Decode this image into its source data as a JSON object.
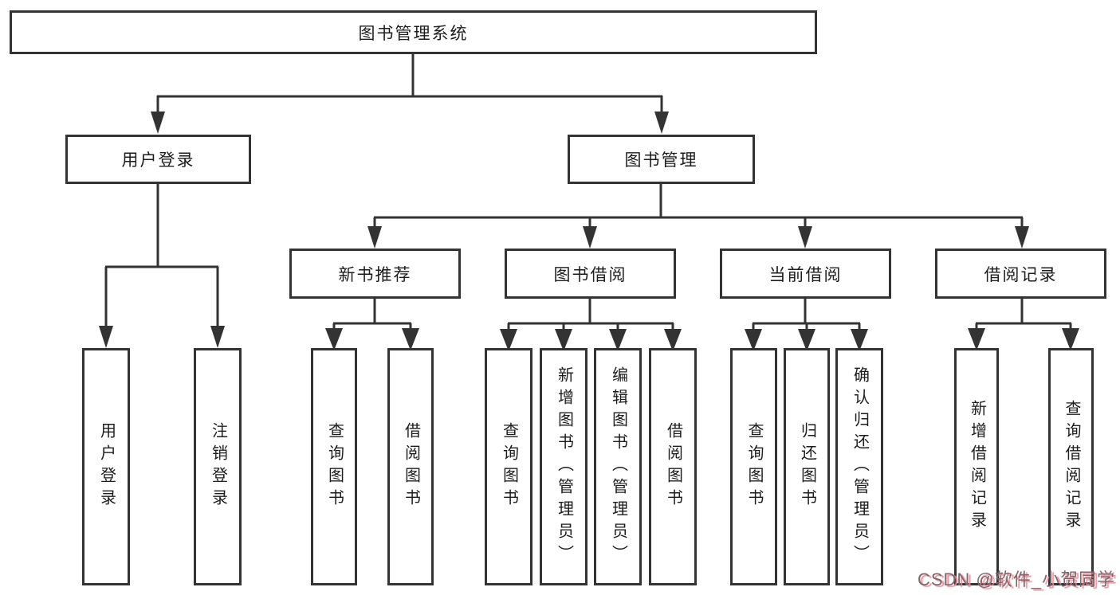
{
  "tree": {
    "root": {
      "label": "图书管理系统"
    },
    "branches": [
      {
        "label": "用户登录",
        "children": [
          {
            "label": "用户登录"
          },
          {
            "label": "注销登录"
          }
        ]
      },
      {
        "label": "图书管理",
        "children": [
          {
            "label": "新书推荐",
            "children": [
              {
                "label": "查询图书"
              },
              {
                "label": "借阅图书"
              }
            ]
          },
          {
            "label": "图书借阅",
            "children": [
              {
                "label": "查询图书"
              },
              {
                "label": "新增图书（管理员）"
              },
              {
                "label": "编辑图书（管理员）"
              },
              {
                "label": "借阅图书"
              }
            ]
          },
          {
            "label": "当前借阅",
            "children": [
              {
                "label": "查询图书"
              },
              {
                "label": "归还图书"
              },
              {
                "label": "确认归还（管理员）"
              }
            ]
          },
          {
            "label": "借阅记录",
            "children": [
              {
                "label": "新增借阅记录"
              },
              {
                "label": "查询借阅记录"
              }
            ]
          }
        ]
      }
    ]
  },
  "watermark": {
    "text": "CSDN @软件_小贺同学"
  },
  "colors": {
    "line": "#333333",
    "text": "#1d1d1d",
    "box_bg": "#ffffff",
    "watermark_gray": "#6e6e6e",
    "watermark_pink": "#ff8296"
  }
}
